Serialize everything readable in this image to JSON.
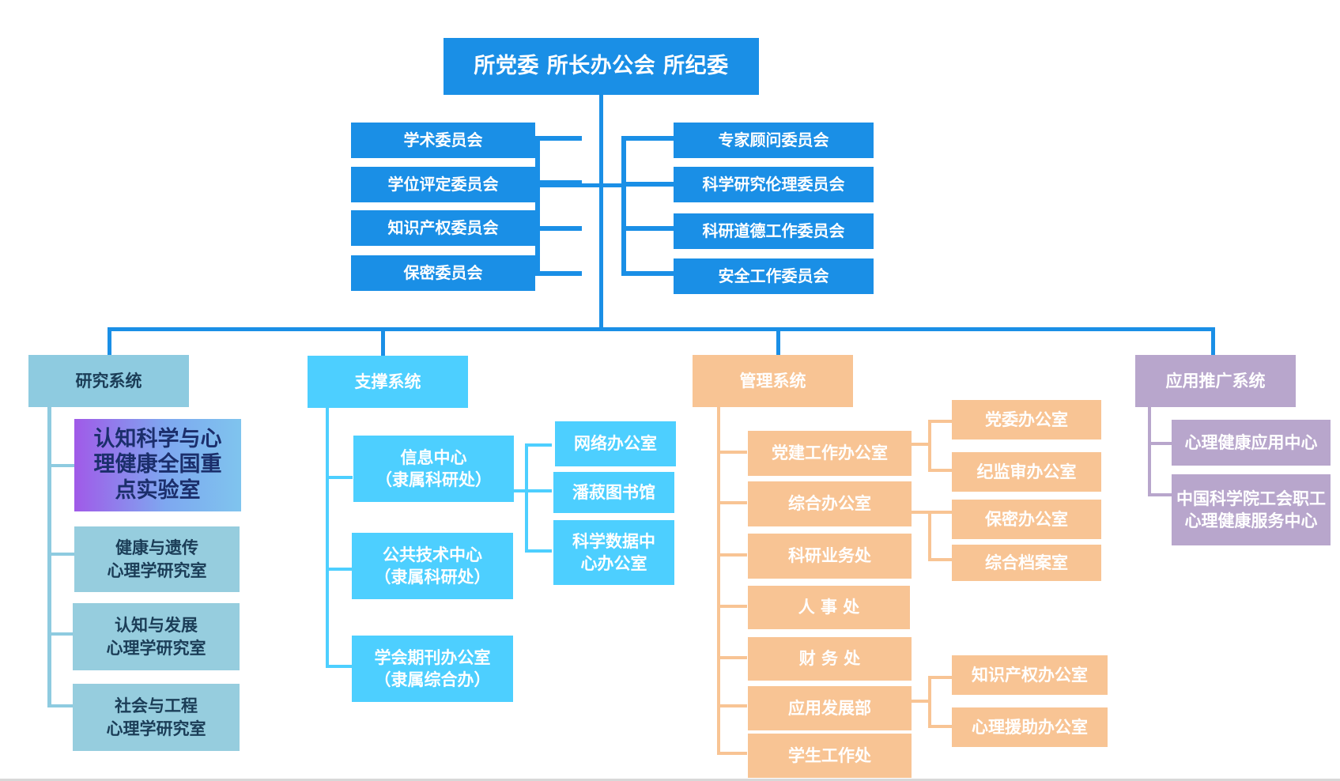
{
  "top": "所党委 所长办公会 所纪委",
  "committees_left": [
    "学术委员会",
    "学位评定委员会",
    "知识产权委员会",
    "保密委员会"
  ],
  "committees_right": [
    "专家顾问委员会",
    "科学研究伦理委员会",
    "科研道德工作委员会",
    "安全工作委员会"
  ],
  "systems": {
    "research": {
      "title": "研究系统",
      "lab": [
        "认知科学与心",
        "理健康全国重",
        "点实验室"
      ],
      "units": [
        [
          "健康与遗传",
          "心理学研究室"
        ],
        [
          "认知与发展",
          "心理学研究室"
        ],
        [
          "社会与工程",
          "心理学研究室"
        ]
      ]
    },
    "support": {
      "title": "支撑系统",
      "units": [
        [
          "信息中心",
          "（隶属科研处）"
        ],
        [
          "公共技术中心",
          "（隶属科研处）"
        ],
        [
          "学会期刊办公室",
          "（隶属综合办）"
        ]
      ],
      "sub": [
        [
          "网络办公室"
        ],
        [
          "潘菽图书馆"
        ],
        [
          "科学数据中",
          "心办公室"
        ]
      ]
    },
    "management": {
      "title": "管理系统",
      "units": [
        "党建工作办公室",
        "综合办公室",
        "科研业务处",
        "人 事 处",
        "财 务 处",
        "应用发展部",
        "学生工作处"
      ],
      "sub_party": [
        "党委办公室",
        "纪监审办公室"
      ],
      "sub_general": [
        "保密办公室",
        "综合档案室"
      ],
      "sub_app": [
        "知识产权办公室",
        "心理援助办公室"
      ]
    },
    "application": {
      "title": "应用推广系统",
      "units": [
        [
          "心理健康应用中心"
        ],
        [
          "中国科学院工会职工",
          "心理健康服务中心"
        ]
      ]
    }
  }
}
